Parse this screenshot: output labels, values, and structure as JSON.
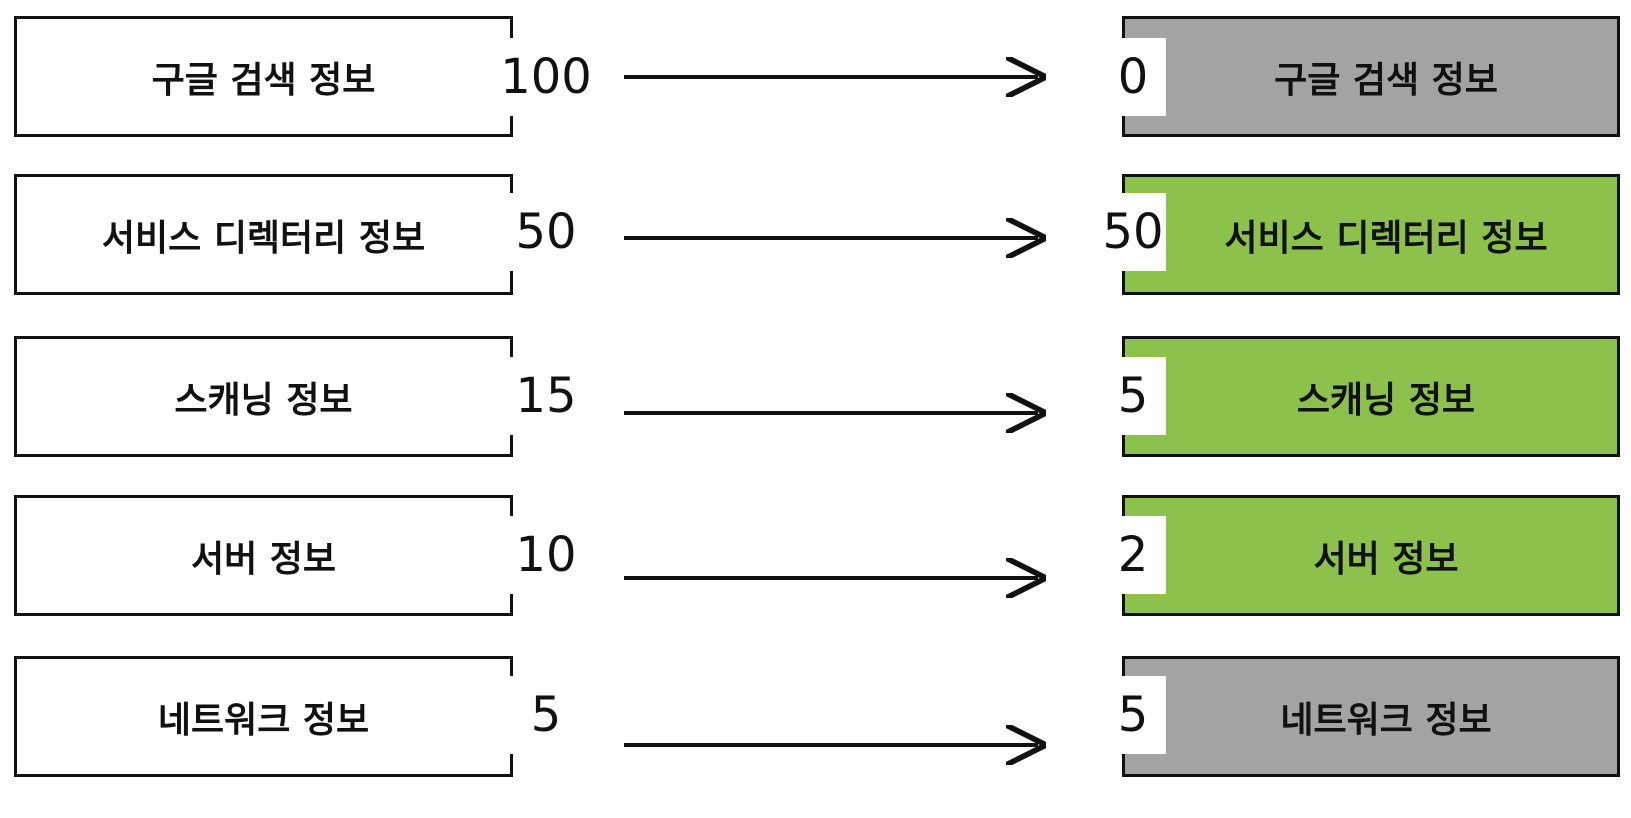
{
  "colors": {
    "before_fill": "#ffffff",
    "reduced_fill": "#8cc14b",
    "unchanged_fill": "#a3a3a3",
    "border": "#111111",
    "arrow": "#111111"
  },
  "rows": [
    {
      "label": "구글 검색 정보",
      "before": "100",
      "after": "0",
      "status": "unchanged"
    },
    {
      "label": "서비스 디렉터리 정보",
      "before": "50",
      "after": "50",
      "status": "reduced"
    },
    {
      "label": "스캐닝 정보",
      "before": "15",
      "after": "5",
      "status": "reduced"
    },
    {
      "label": "서버 정보",
      "before": "10",
      "after": "2",
      "status": "reduced"
    },
    {
      "label": "네트워크 정보",
      "before": "5",
      "after": "5",
      "status": "unchanged"
    }
  ]
}
